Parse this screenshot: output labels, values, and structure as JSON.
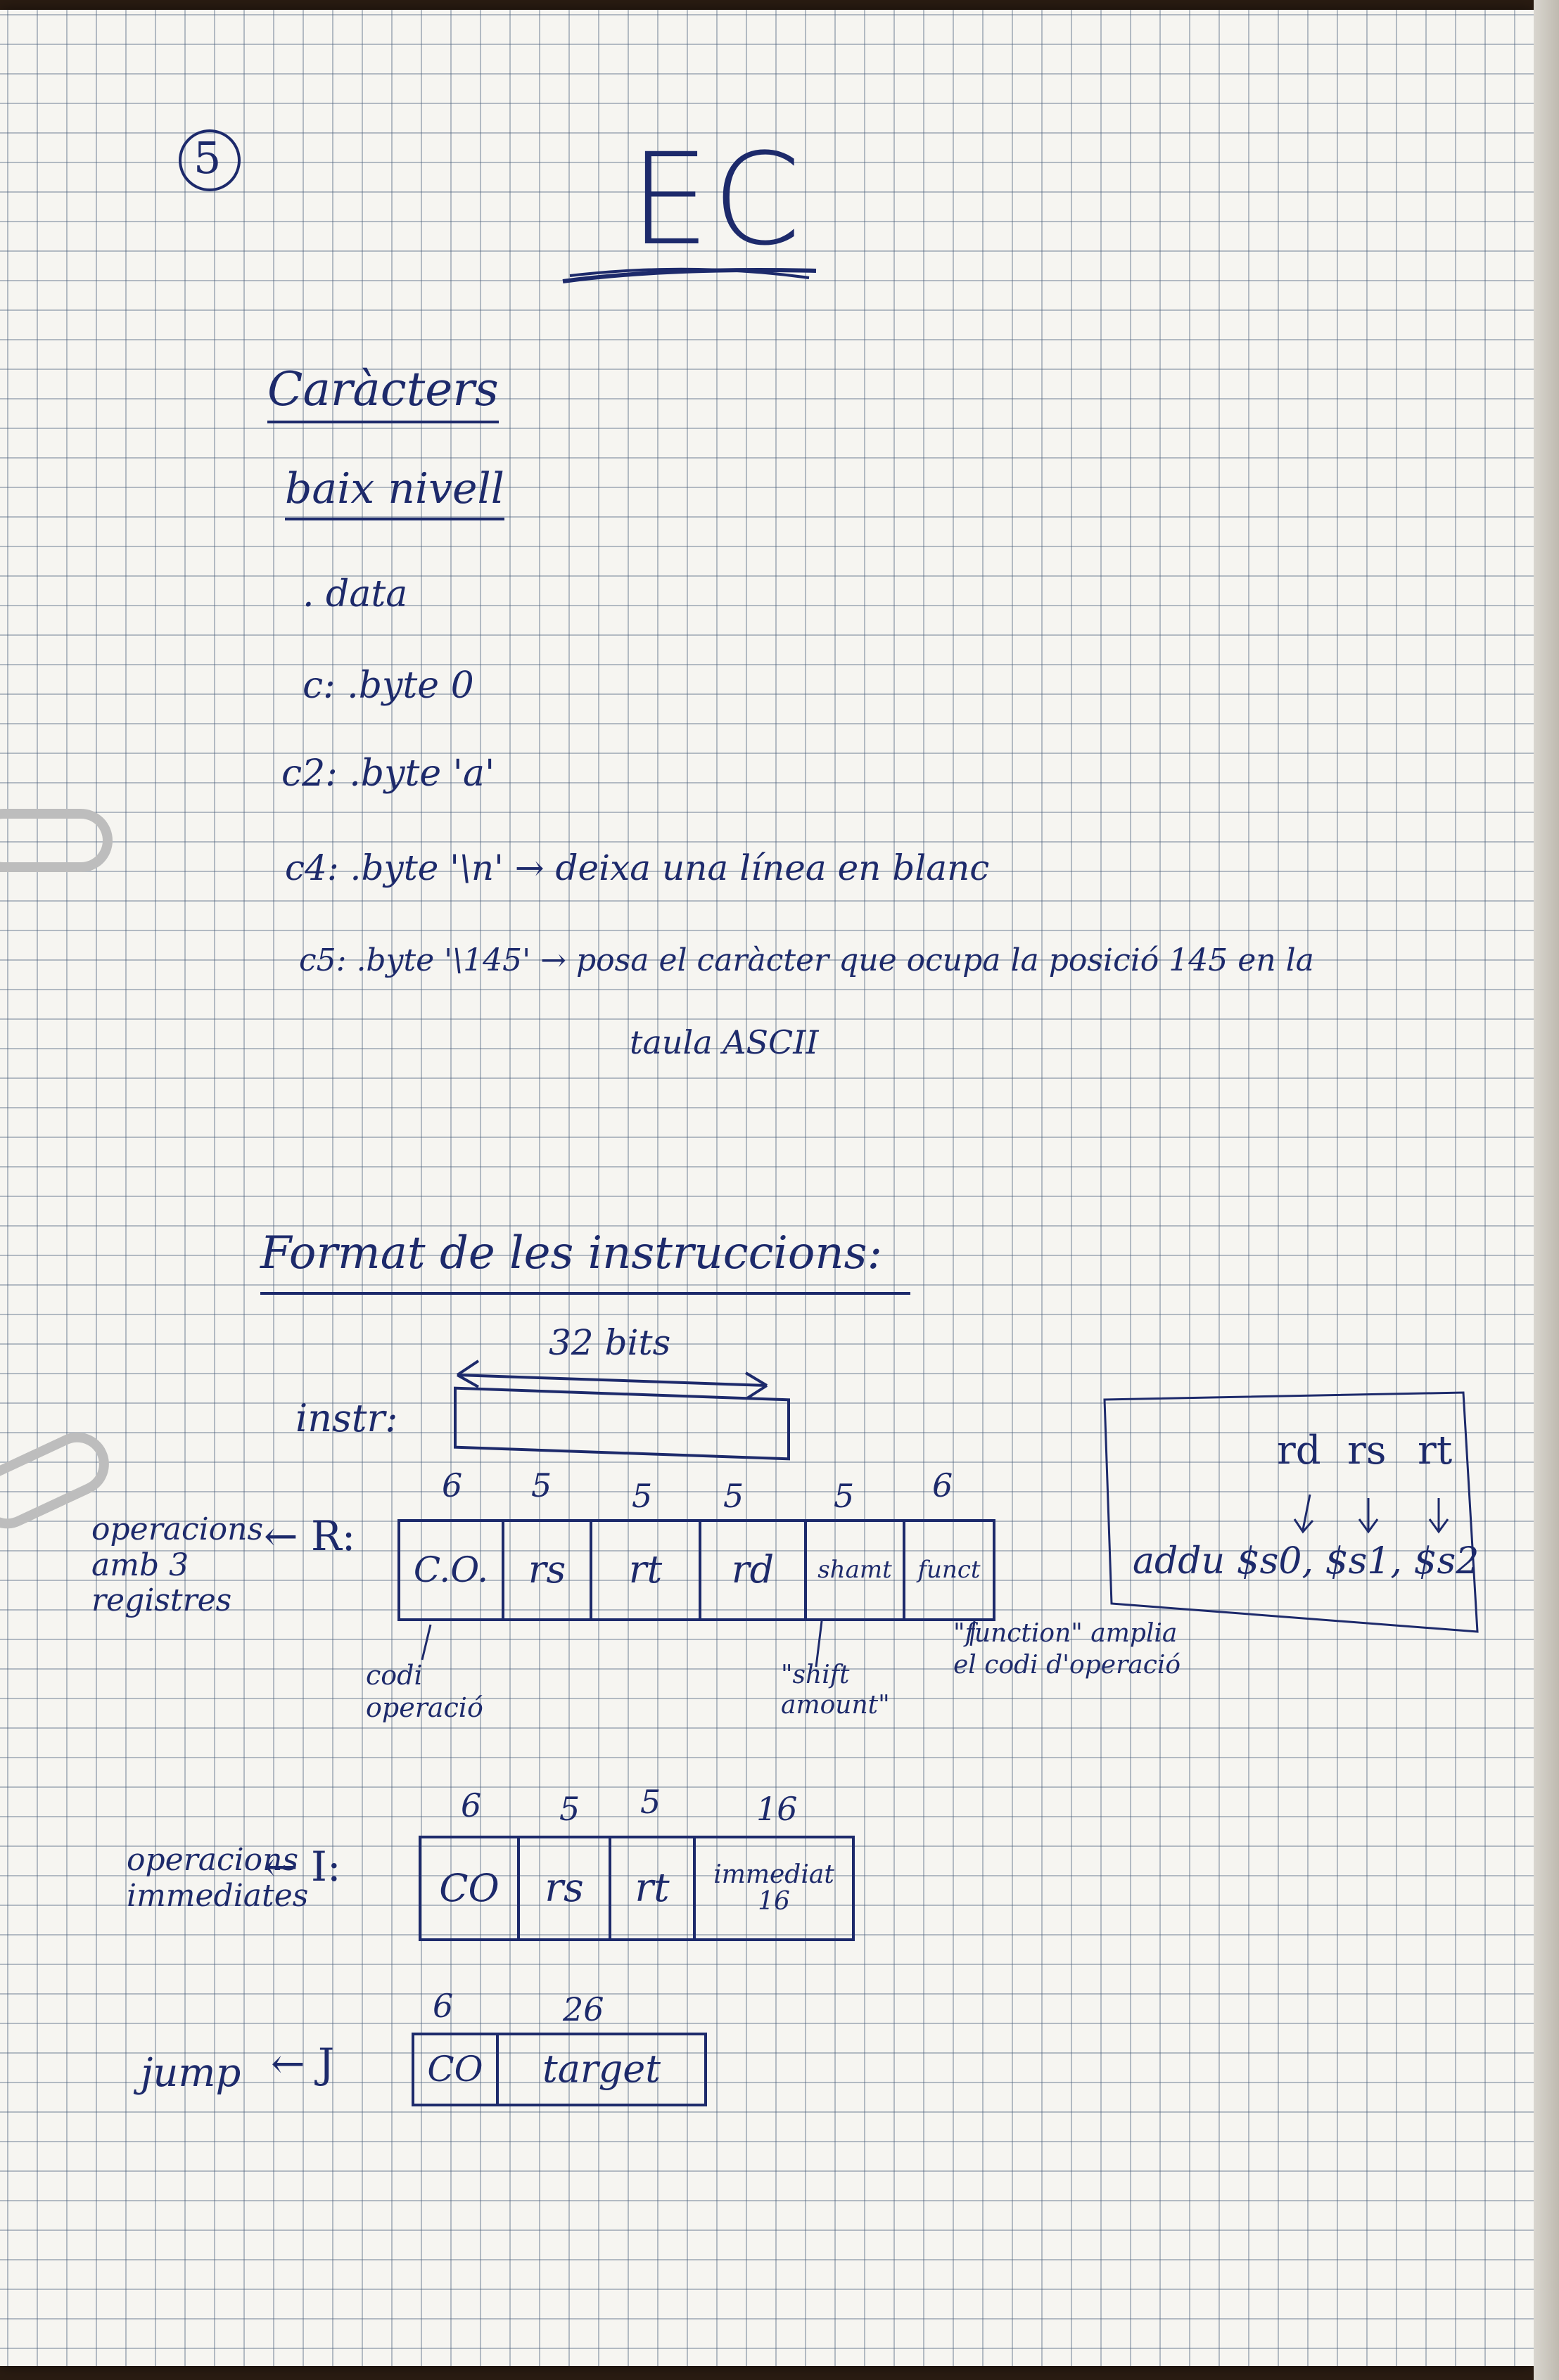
{
  "page_number": "5",
  "title": "EC",
  "section1": {
    "heading": "Caràcters",
    "subheading": "baix nivell",
    "lines": [
      ". data",
      "c: .byte 0",
      "c2: .byte 'a'",
      "c4: .byte '\\n' → deixa una línea en blanc",
      "c5: .byte '\\145' → posa el caràcter que ocupa la posició 145 en la",
      "taula ASCII"
    ]
  },
  "section2": {
    "heading": "Format de les instruccions:",
    "instr_label": "instr:",
    "instr_width": "32 bits",
    "r_format": {
      "side_label": "operacions amb 3 registres",
      "type": "← R:",
      "bits": [
        "6",
        "5",
        "5",
        "5",
        "5",
        "6"
      ],
      "fields": [
        "C.O.",
        "rs",
        "rt",
        "rd",
        "shamt",
        "funct"
      ],
      "notes": [
        "codi operació",
        "\"shift amount\"",
        "\"function\" amplia el codi d'operació"
      ]
    },
    "example": {
      "labels": [
        "rd",
        "rs",
        "rt"
      ],
      "instruction": "addu $s0, $s1, $s2"
    },
    "i_format": {
      "side_label": "operacions immediates",
      "type": "← I:",
      "bits": [
        "6",
        "5",
        "5",
        "16"
      ],
      "fields": [
        "CO",
        "rs",
        "rt",
        "immediat 16"
      ]
    },
    "j_format": {
      "side_label": "jump",
      "type": "← J",
      "bits": [
        "6",
        "26"
      ],
      "fields": [
        "CO",
        "target"
      ]
    }
  }
}
